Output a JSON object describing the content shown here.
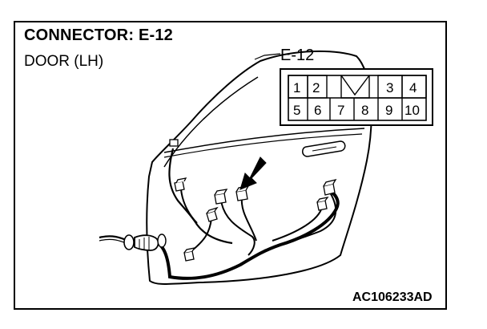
{
  "diagram": {
    "title": "CONNECTOR: E-12",
    "subtitle": "DOOR (LH)",
    "connector_label": "E-12",
    "code": "AC106233AD",
    "pins_top": [
      "1",
      "2",
      "",
      "3",
      "4"
    ],
    "pins_bottom": [
      "5",
      "6",
      "7",
      "8",
      "9",
      "10"
    ],
    "colors": {
      "line": "#000000",
      "background": "#ffffff"
    }
  }
}
